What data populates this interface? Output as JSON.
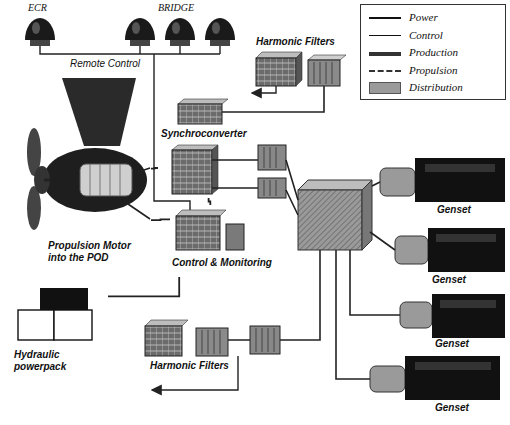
{
  "diagram": {
    "nodes": [
      {
        "text": [
          "Harmonic Filters"
        ]
      },
      {
        "text": [
          "Synchroconverter"
        ]
      },
      {
        "text": [
          "Propulsion Motor into the POD"
        ]
      },
      {
        "text": [
          "Control & Monitoring"
        ]
      },
      {
        "text": [
          "Harmonic Filters"
        ]
      },
      {
        "text": [
          "Hydraulic powerpack"
        ]
      },
      {
        "text": [
          "Genset"
        ]
      },
      {
        "text": [
          "Genset"
        ]
      },
      {
        "text": [
          "Genset"
        ]
      },
      {
        "text": [
          "Genset"
        ]
      }
    ],
    "edges": [
      {
        "from": 1,
        "to": 2,
        "arrow": "none"
      },
      {
        "from": 3,
        "to": 2,
        "arrow": "none"
      },
      {
        "from": 3,
        "to": 1,
        "arrow": "none"
      },
      {
        "from": 3,
        "to": 5,
        "arrow": "none"
      }
    ],
    "labels": [
      "ECR",
      "BRIDGE",
      "Remote Control"
    ],
    "legend": [
      {
        "text": "Power"
      },
      {
        "text": "Control"
      },
      {
        "text": "Production"
      },
      {
        "text": "Propulsion"
      },
      {
        "text": "Distribution",
        "color": "#9a9a9a"
      }
    ]
  }
}
